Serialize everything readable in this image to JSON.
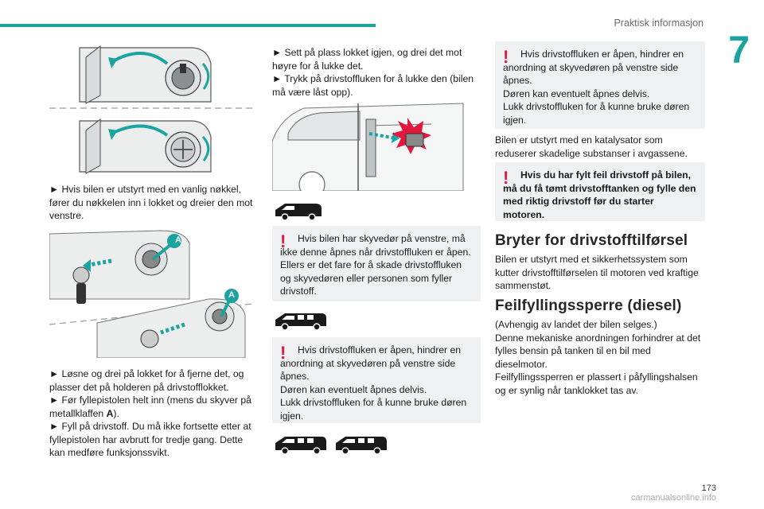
{
  "header": {
    "title": "Praktisk informasjon",
    "chapter": "7"
  },
  "col1": {
    "step1": "► Hvis bilen er utstyrt med en vanlig nøkkel, fører du nøkkelen inn i lokket og dreier den mot venstre.",
    "label_a_top": "A",
    "label_a_bottom": "A",
    "step2_lines": [
      "► Løsne og drei på lokket for å fjerne det, og plasser det på holderen på drivstofflokket.",
      "► Før fyllepistolen helt inn (mens du skyver på metallklaffen ",
      "A",
      ").",
      "► Fyll på drivstoff. Du må ikke fortsette etter at fyllepistolen har avbrutt for tredje gang. Dette kan medføre funksjonssvikt."
    ]
  },
  "col2": {
    "step1": "► Sett på plass lokket igjen, og drei det mot høyre for å lukke det.",
    "step2": "► Trykk på drivstoffluken for å lukke den (bilen må være låst opp).",
    "warn1": "Hvis bilen har skyvedør på venstre, må ikke denne åpnes når drivstoffluken er åpen. Ellers er det fare for å skade drivstoffluken og skyvedøren eller personen som fyller drivstoff.",
    "warn2_lines": [
      "Hvis drivstoffluken er åpen, hindrer en anordning at skyvedøren på venstre side åpnes.",
      "Døren kan eventuelt åpnes delvis.",
      "Lukk drivstoffluken for å kunne bruke døren igjen."
    ]
  },
  "col3": {
    "warn1_lines": [
      "Hvis drivstoffluken er åpen, hindrer en anordning at skyvedøren på venstre side åpnes.",
      "Døren kan eventuelt åpnes delvis.",
      "Lukk drivstoffluken for å kunne bruke døren igjen."
    ],
    "catalyst": "Bilen er utstyrt med en katalysator som reduserer skadelige substanser i avgassene.",
    "warn2": "Hvis du har fylt feil drivstoff på bilen, må du få tømt drivstofftanken og fylle den med riktig drivstoff før du starter motoren.",
    "h_switch": "Bryter for drivstofftilførsel",
    "switch_text": "Bilen er utstyrt med et sikkerhetssystem som kutter drivstofftilførselen til motoren ved kraftige sammenstøt.",
    "h_misfuel": "Feilfyllingssperre (diesel)",
    "misfuel_lines": [
      "(Avhengig av landet der bilen selges.)",
      "Denne mekaniske anordningen forhindrer at det fylles bensin på tanken til en bil med dieselmotor.",
      "Feilfyllingssperren er plassert i påfyllingshalsen og er synlig når tanklokket tas av."
    ]
  },
  "footer": {
    "page": "173",
    "watermark": "carmanualsonline.info"
  },
  "colors": {
    "accent": "#1aa39f",
    "warning": "#e3173e",
    "box": "#eef0f1"
  },
  "icons": [
    "fuel-flap-open-key-diagram",
    "fuel-flap-open-cap-diagram",
    "fuel-nozzle-flap-diagram",
    "van-side-fuel-door-diagram",
    "short-van-icon",
    "long-van-icon",
    "van-icon",
    "van-icon-pair"
  ]
}
